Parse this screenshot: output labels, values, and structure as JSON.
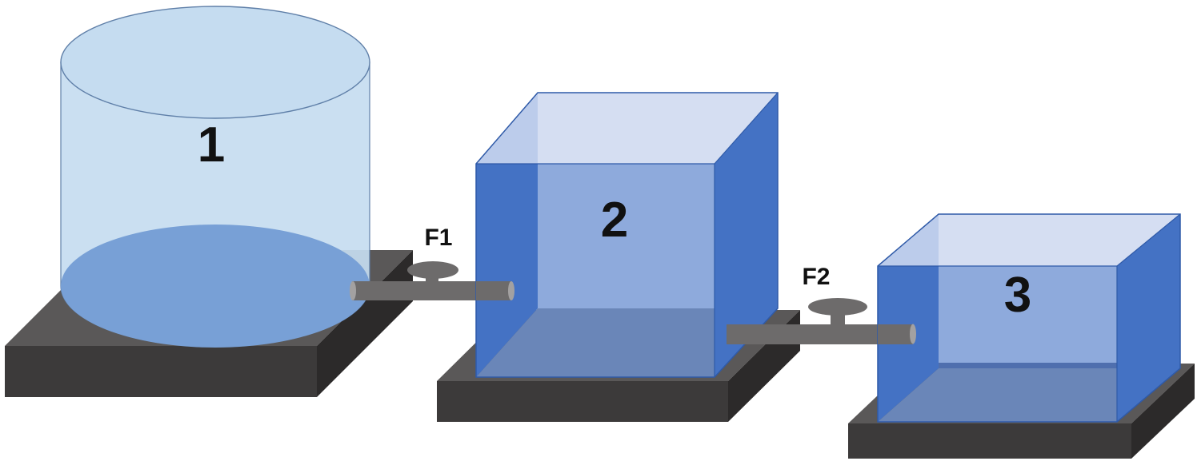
{
  "tanks": [
    {
      "label": "1"
    },
    {
      "label": "2"
    },
    {
      "label": "3"
    }
  ],
  "valves": [
    {
      "label": "F1"
    },
    {
      "label": "F2"
    }
  ],
  "colors": {
    "base_top": "#5a5858",
    "base_front": "#3c3a3a",
    "base_side": "#2c2a2a",
    "cylinder_glass": "#c5dcf0",
    "cylinder_water": "#78a0d6",
    "cube_side": "#4472c4",
    "cube_back": "#8eaadc",
    "cube_floor": "#6a86b8",
    "cube_top": "#dbe3f3",
    "pipe": "#6d6b6b",
    "pipe_end": "#a3a1a1"
  }
}
